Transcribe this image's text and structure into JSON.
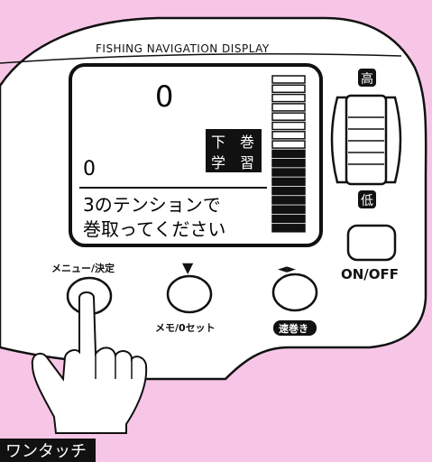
{
  "device": {
    "title": "FISHING NAVIGATION DISPLAY",
    "colors": {
      "background": "#f7c6e6",
      "body": "#ffffff",
      "outline": "#111111",
      "lcd": "#ffffff"
    }
  },
  "lcd": {
    "depth_top": "0",
    "depth_bottom": "0",
    "mode_row1": [
      "下",
      "巻"
    ],
    "mode_row2": [
      "学",
      "習"
    ],
    "message_line1": "3のテンションで",
    "message_line2": "巻取ってください",
    "tension_bar": {
      "total_segments": 17,
      "filled_segments": 9
    }
  },
  "dial": {
    "high_label": "高",
    "low_label": "低"
  },
  "buttons": {
    "menu_label": "メニュー/決定",
    "down_arrow": "▼",
    "memo_label": "メモ/0セット",
    "lr_arrows": "◄►",
    "speed_label": "速巻き",
    "power_label": "ON/OFF"
  },
  "caption": "ワンタッチ"
}
